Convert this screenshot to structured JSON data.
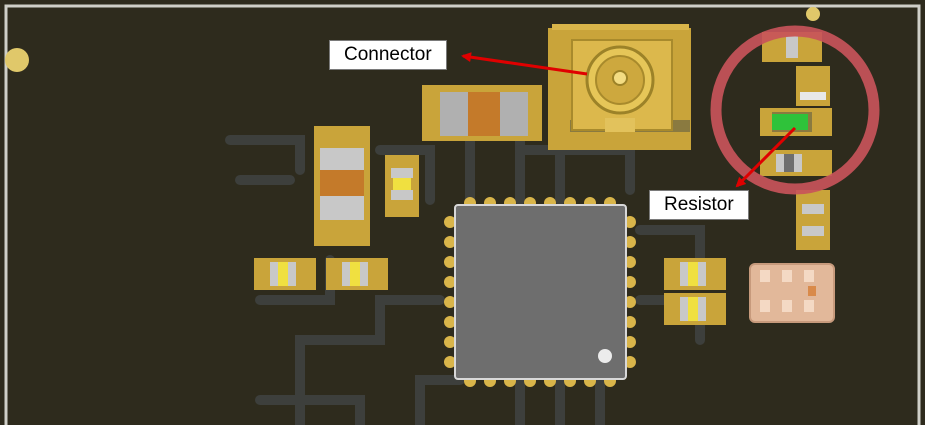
{
  "annotations": {
    "connector_label": "Connector",
    "resistor_label": "Resistor"
  },
  "colors": {
    "board": "#2e2b1d",
    "copper_trace": "#3a3d3e",
    "pad_gold": "#d9b54a",
    "component_body": "#c8c8c8",
    "chip_body": "#6e6e6e",
    "highlight_circle": "#c8545a",
    "resistor_green": "#2fc23a",
    "arrow": "#e00000",
    "filter_body": "#e2b89a"
  },
  "icons": {
    "board": "pcb-board",
    "connector": "rf-connector-icon",
    "chip": "qfn-chip-icon",
    "highlight": "highlight-circle"
  }
}
